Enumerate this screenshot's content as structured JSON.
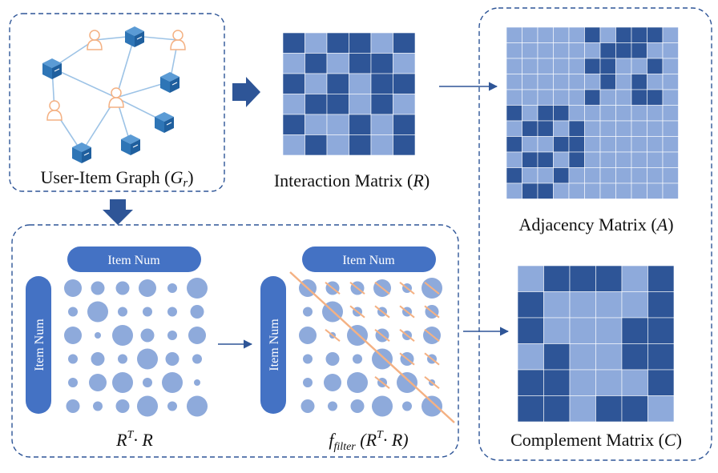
{
  "colors": {
    "dark": "#2e5597",
    "light": "#8eaadb",
    "dashed_border": "#2e5597",
    "edge": "#9dc3e6",
    "user": "#f4b183",
    "item": "#2e75b6",
    "pill": "#4472c4",
    "bubble": "#8eaadb",
    "filter_line": "#f4b183"
  },
  "labels": {
    "graph_caption": "User-Item Graph (",
    "graph_var": "G",
    "graph_sub": "r",
    "graph_close": ")",
    "interaction_caption": "Interaction Matrix (",
    "interaction_var": "R",
    "interaction_close": ")",
    "adjacency_caption": "Adjacency Matrix (",
    "adjacency_var": "A",
    "adjacency_close": ")",
    "complement_caption": "Complement Matrix (",
    "complement_var": "C",
    "complement_close": ")",
    "item_num": "Item Num",
    "rtr_r": "R",
    "rtr_sup": "T",
    "rtr_dot_r": "· R",
    "filter_f": "f",
    "filter_sub": "filter",
    "filter_open": " (R",
    "filter_sup": "T",
    "filter_close": "· R)"
  },
  "interaction_matrix": [
    [
      1,
      0,
      1,
      1,
      0,
      1
    ],
    [
      0,
      1,
      0,
      1,
      1,
      0
    ],
    [
      1,
      0,
      1,
      0,
      1,
      1
    ],
    [
      0,
      1,
      1,
      0,
      1,
      0
    ],
    [
      1,
      0,
      0,
      1,
      0,
      1
    ],
    [
      0,
      1,
      0,
      1,
      0,
      1
    ]
  ],
  "adjacency_dark_cells": [
    [
      0,
      5
    ],
    [
      0,
      7
    ],
    [
      0,
      8
    ],
    [
      0,
      9
    ],
    [
      1,
      6
    ],
    [
      1,
      7
    ],
    [
      1,
      8
    ],
    [
      2,
      5
    ],
    [
      2,
      6
    ],
    [
      2,
      9
    ],
    [
      3,
      6
    ],
    [
      3,
      8
    ],
    [
      4,
      5
    ],
    [
      4,
      8
    ],
    [
      4,
      9
    ],
    [
      5,
      0
    ],
    [
      5,
      2
    ],
    [
      5,
      3
    ],
    [
      6,
      1
    ],
    [
      6,
      2
    ],
    [
      6,
      4
    ],
    [
      7,
      0
    ],
    [
      7,
      3
    ],
    [
      7,
      4
    ],
    [
      8,
      1
    ],
    [
      8,
      2
    ],
    [
      8,
      4
    ],
    [
      9,
      0
    ],
    [
      9,
      3
    ],
    [
      10,
      1
    ],
    [
      10,
      2
    ]
  ],
  "complement_matrix": [
    [
      0,
      1,
      1,
      1,
      0,
      1
    ],
    [
      1,
      0,
      0,
      0,
      0,
      1
    ],
    [
      1,
      0,
      0,
      0,
      1,
      1
    ],
    [
      0,
      1,
      0,
      0,
      1,
      1
    ],
    [
      1,
      1,
      0,
      0,
      0,
      1
    ],
    [
      1,
      1,
      0,
      1,
      1,
      0
    ]
  ],
  "bubble_sizes": [
    [
      3,
      2,
      2,
      3,
      1,
      4
    ],
    [
      1,
      4,
      1,
      1,
      1,
      2
    ],
    [
      3,
      0,
      4,
      2,
      1,
      3
    ],
    [
      1,
      2,
      1,
      4,
      2,
      1
    ],
    [
      1,
      3,
      4,
      1,
      4,
      0
    ],
    [
      2,
      1,
      2,
      4,
      1,
      4
    ]
  ]
}
